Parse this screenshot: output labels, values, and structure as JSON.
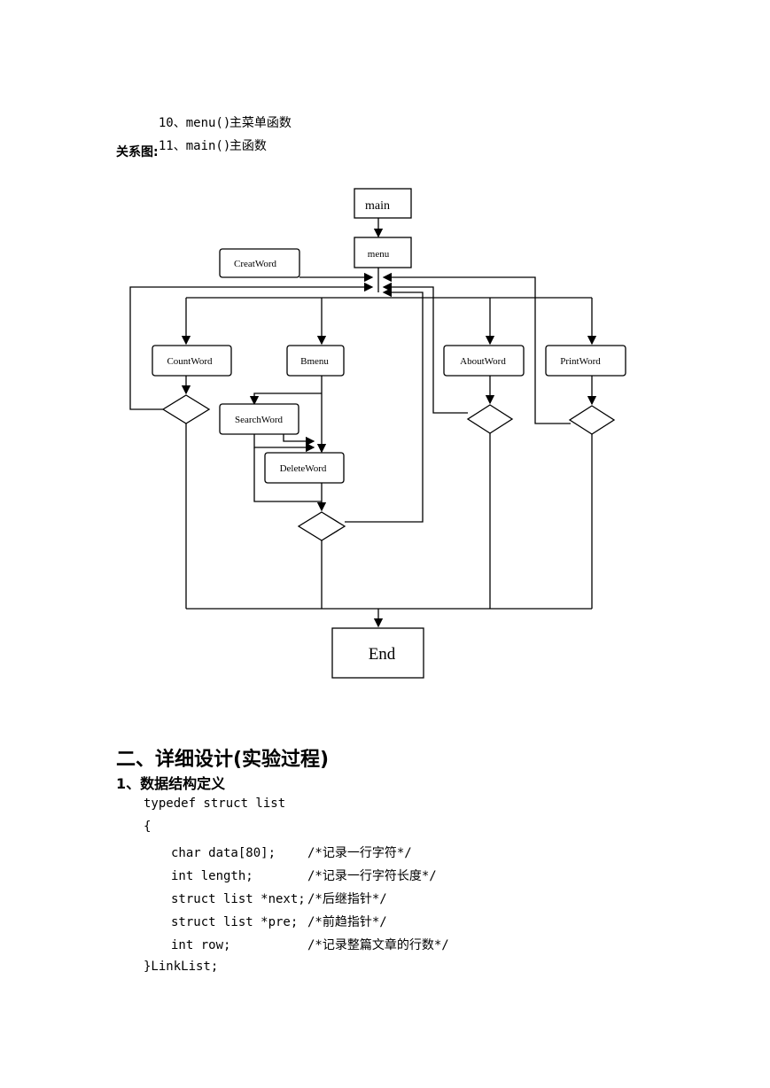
{
  "list_items": [
    {
      "num": "10、menu()",
      "desc": "主菜单函数"
    },
    {
      "num": "11、main()",
      "desc": "主函数"
    }
  ],
  "relation_label": "关系图:",
  "diagram": {
    "nodes": {
      "main": "main",
      "menu": "menu",
      "creat": "CreatWord",
      "count": "CountWord",
      "bmenu": "Bmenu",
      "about": "AboutWord",
      "print": "PrintWord",
      "search": "SearchWord",
      "delete": "DeleteWord",
      "end": "End"
    }
  },
  "section_title": "二、详细设计(实验过程)",
  "subsection_title": "1、数据结构定义",
  "code": {
    "line1": "typedef struct list",
    "open": "{",
    "fields": [
      {
        "decl": "char data[80];",
        "comment": "/*记录一行字符*/"
      },
      {
        "decl": "int length;",
        "comment": "/*记录一行字符长度*/"
      },
      {
        "decl": "struct list *next;",
        "comment": "/*后继指针*/"
      },
      {
        "decl": "struct list *pre;",
        "comment": "/*前趋指针*/"
      },
      {
        "decl": "int row;",
        "comment": "/*记录整篇文章的行数*/"
      }
    ],
    "close": "}LinkList;"
  }
}
